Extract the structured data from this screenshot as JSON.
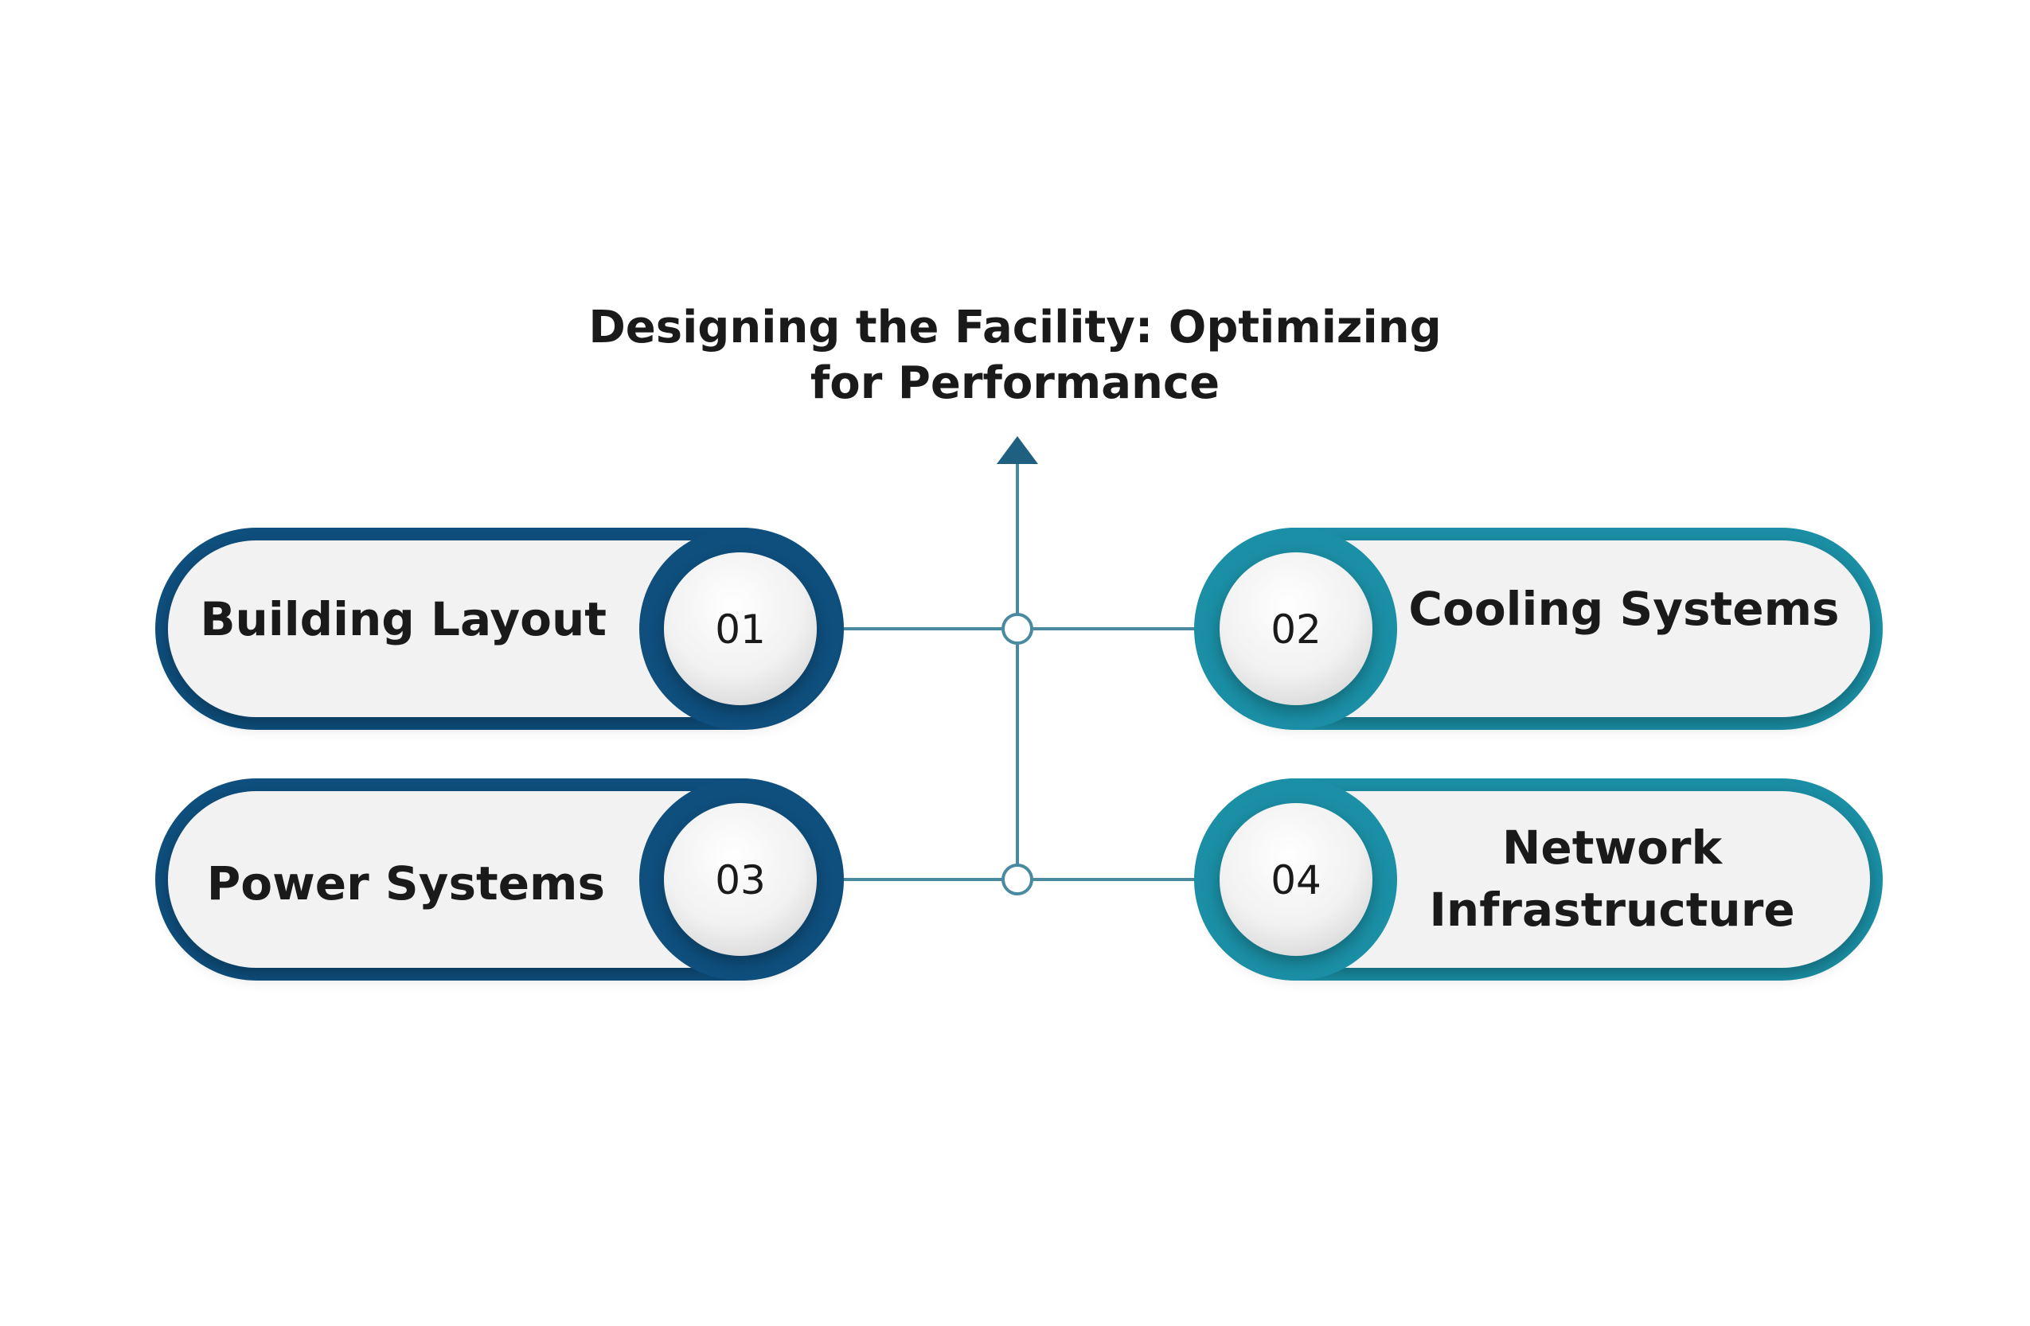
{
  "title": {
    "line1": "Designing the Facility: Optimizing",
    "line2": "for Performance"
  },
  "colors": {
    "left_accent": "#0e4f7e",
    "right_accent": "#1a8fa5",
    "connector": "#4a8aa0",
    "arrow": "#1f5f80",
    "pill_fill": "#f2f2f2",
    "text": "#1a1a1a"
  },
  "items": [
    {
      "number": "01",
      "label": "Building Layout",
      "label_line2": ""
    },
    {
      "number": "02",
      "label": "Cooling Systems",
      "label_line2": ""
    },
    {
      "number": "03",
      "label": "Power Systems",
      "label_line2": ""
    },
    {
      "number": "04",
      "label": "Network",
      "label_line2": "Infrastructure"
    }
  ]
}
